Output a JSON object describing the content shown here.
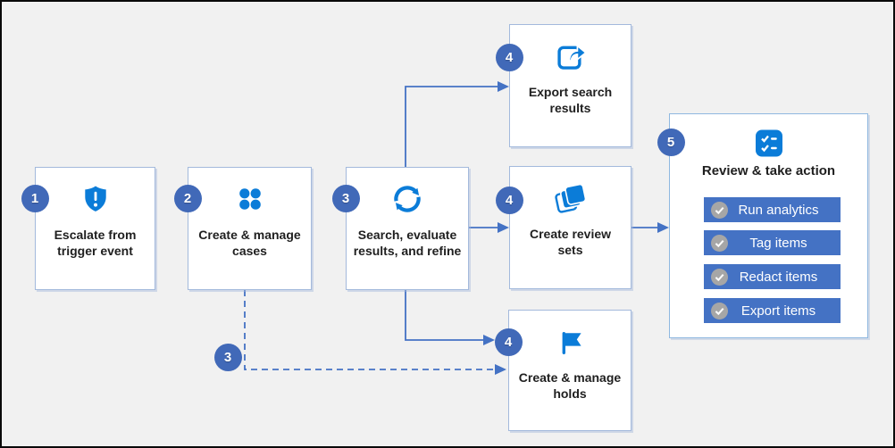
{
  "steps": [
    {
      "number": "1",
      "label": "Escalate from trigger event",
      "icon": "shield-alert-icon"
    },
    {
      "number": "2",
      "label": "Create & manage cases",
      "icon": "case-dots-icon"
    },
    {
      "number": "3",
      "label": "Search, evaluate results, and refine",
      "icon": "sync-icon"
    },
    {
      "number": "4",
      "label": "Export search results",
      "icon": "export-icon"
    },
    {
      "number": "4",
      "label": "Create review sets",
      "icon": "review-sets-icon"
    },
    {
      "number": "4",
      "label": "Create & manage holds",
      "icon": "hold-flag-icon"
    },
    {
      "number": "5",
      "label": "Review & take action",
      "icon": "review-checklist-icon"
    }
  ],
  "branch": {
    "number": "3"
  },
  "review_actions": [
    "Run analytics",
    "Tag items",
    "Redact items",
    "Export items"
  ],
  "colors": {
    "background": "#f1f1f1",
    "box_border": "#a3b9dc",
    "icon_blue": "#0b7cd8",
    "step_circle_blue": "#4169b8",
    "connector_blue": "#4472c4",
    "action_button_blue": "#4472c4",
    "check_circle_gray": "#a6a6a6"
  }
}
